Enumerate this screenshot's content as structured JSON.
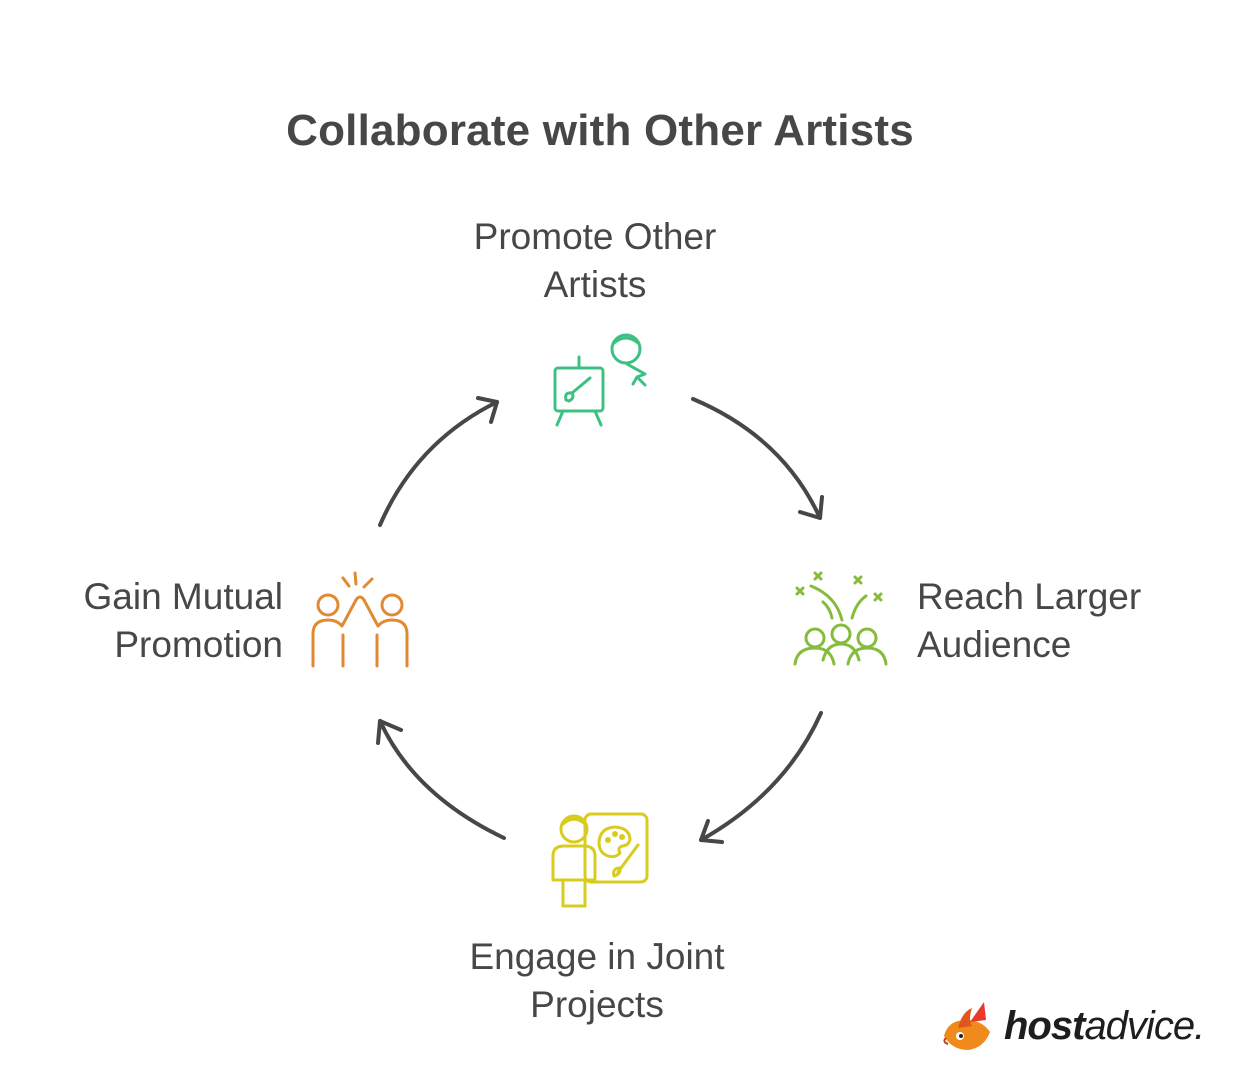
{
  "title": "Collaborate with Other Artists",
  "steps": [
    {
      "line1": "Promote Other",
      "line2": "Artists",
      "icon": "easel-user-icon",
      "color": "#3cc183"
    },
    {
      "line1": "Reach Larger",
      "line2": "Audience",
      "icon": "audience-fireworks-icon",
      "color": "#86bc3c"
    },
    {
      "line1": "Engage in Joint",
      "line2": "Projects",
      "icon": "painter-palette-icon",
      "color": "#d9cc20"
    },
    {
      "line1": "Gain Mutual",
      "line2": "Promotion",
      "icon": "high-five-icon",
      "color": "#e08a33"
    }
  ],
  "brand": {
    "bold": "host",
    "regular": "advice."
  },
  "arrow_color": "#474747"
}
